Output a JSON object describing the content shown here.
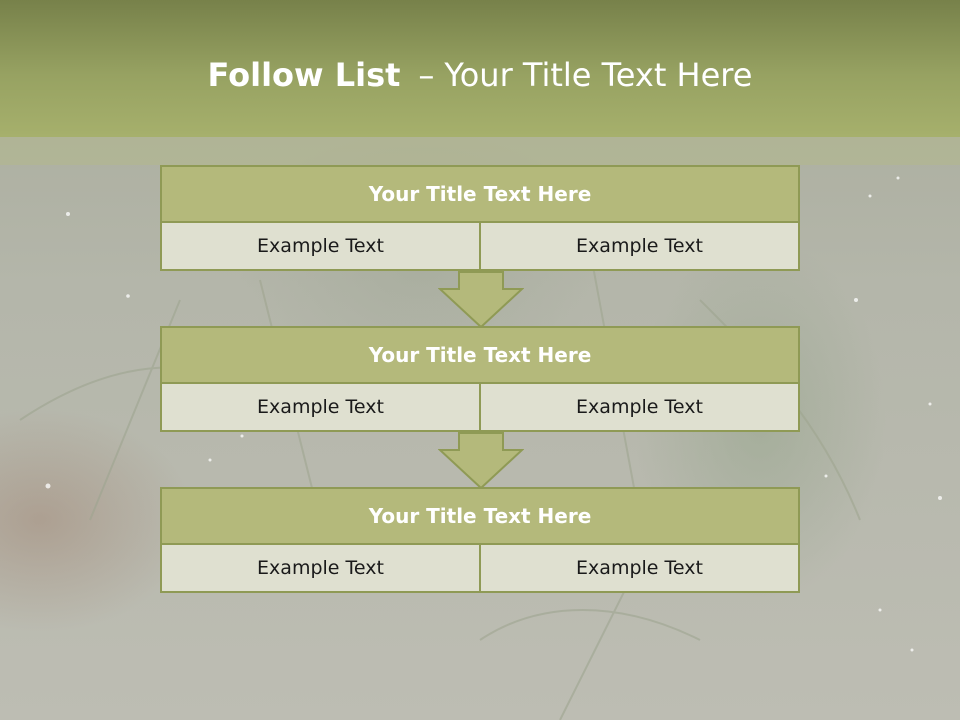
{
  "slide": {
    "title_bold": "Follow List",
    "title_sep": "–",
    "title_rest": "Your Title Text Here"
  },
  "colors": {
    "header_top": "#77814a",
    "header_bottom": "#a6b06c",
    "block_title_fill": "#b4b97b",
    "block_border": "#8f9a55",
    "cell_fill": "#dfe0d0",
    "arrow_fill": "#b4b97b"
  },
  "blocks": [
    {
      "title": "Your Title Text Here",
      "items": [
        "Example Text",
        "Example Text"
      ]
    },
    {
      "title": "Your Title Text Here",
      "items": [
        "Example Text",
        "Example Text"
      ]
    },
    {
      "title": "Your Title Text Here",
      "items": [
        "Example Text",
        "Example Text"
      ]
    }
  ]
}
